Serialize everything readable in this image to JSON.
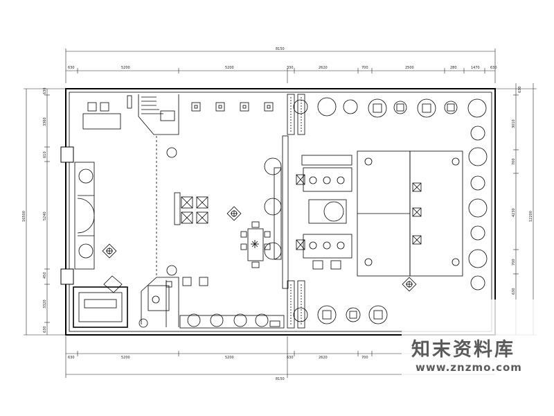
{
  "dimensions": {
    "top_total": "8150",
    "top_segments": [
      "630",
      "5200",
      "5200",
      "330",
      "2620",
      "700",
      "2500",
      "280",
      "1470",
      "630"
    ],
    "bottom_total": "8150",
    "bottom_segments": [
      "630",
      "5200",
      "5200",
      "630",
      "2620",
      "700"
    ],
    "left_total": "16500",
    "left_segments": [
      "630",
      "3360",
      "610",
      "5240",
      "450",
      "3320",
      "630"
    ],
    "right_total": "12200",
    "right_segments": [
      "630",
      "3010",
      "700",
      "4230",
      "700",
      "630"
    ]
  },
  "watermark": {
    "cn": "知末资料库",
    "url": "www.znzmo.com"
  },
  "colors": {
    "line": "#000000",
    "dim_line": "#222222",
    "watermark": "#5a5a5a"
  }
}
